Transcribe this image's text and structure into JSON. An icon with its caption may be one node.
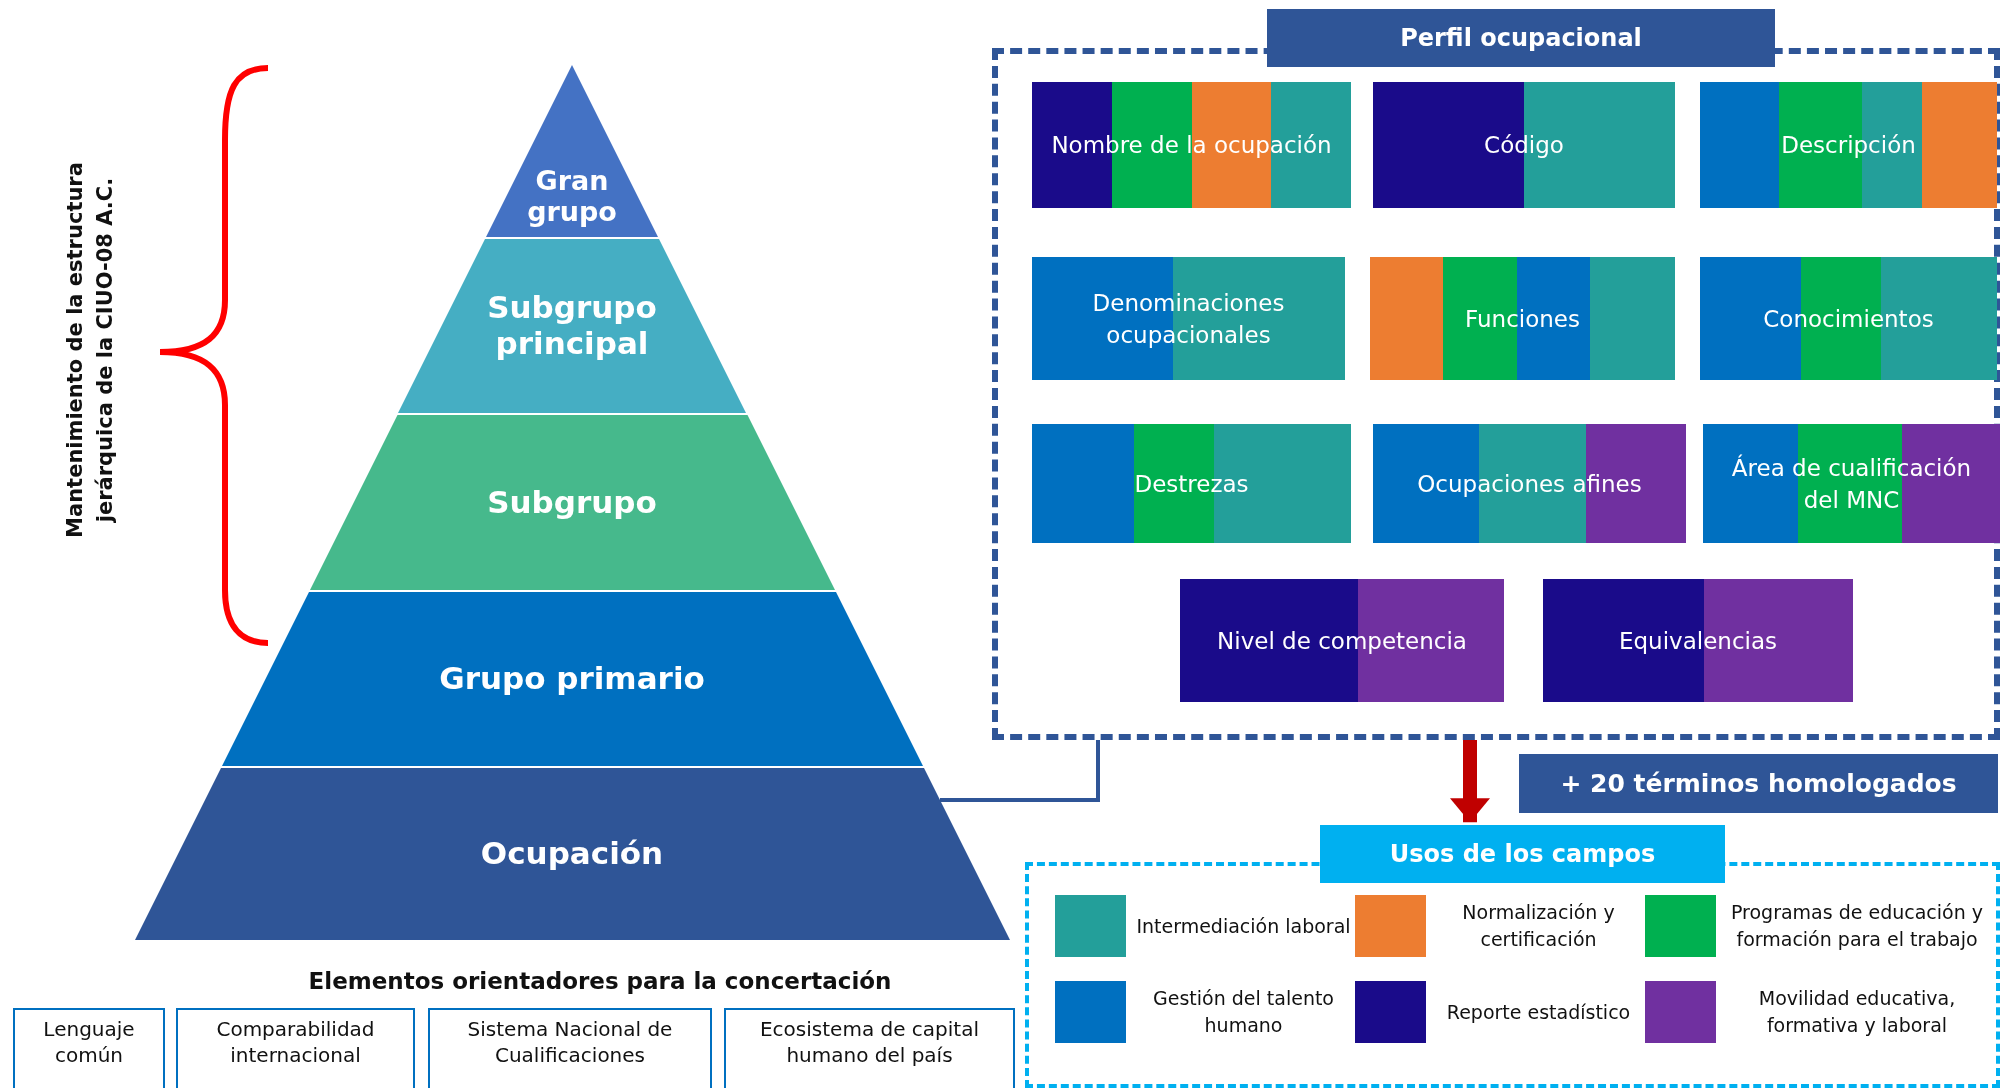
{
  "diagram": {
    "nodes": [
      {
        "text": [
          "Gran grupo"
        ]
      },
      {
        "text": [
          "Subgrupo principal"
        ]
      },
      {
        "text": [
          "Subgrupo"
        ]
      },
      {
        "text": [
          "Grupo primario"
        ]
      },
      {
        "text": [
          "Ocupación"
        ]
      },
      {
        "text": [
          "Perfil ocupacional"
        ]
      },
      {
        "text": [
          "Nombre de la ocupación"
        ],
        "in": 5
      },
      {
        "text": [
          "Código"
        ],
        "in": 5
      },
      {
        "text": [
          "Descripción"
        ],
        "in": 5
      },
      {
        "text": [
          "Denominaciones ocupacionales"
        ],
        "in": 5
      },
      {
        "text": [
          "Funciones"
        ],
        "in": 5
      },
      {
        "text": [
          "Conocimientos"
        ],
        "in": 5
      },
      {
        "text": [
          "Destrezas"
        ],
        "in": 5
      },
      {
        "text": [
          "Ocupaciones afines"
        ],
        "in": 5
      },
      {
        "text": [
          "Área de cualificación del MNC"
        ],
        "in": 5
      },
      {
        "text": [
          "Nivel de competencia"
        ],
        "in": 5
      },
      {
        "text": [
          "Equivalencias"
        ],
        "in": 5
      },
      {
        "text": [
          "+ 20 términos homologados"
        ]
      },
      {
        "text": [
          "Usos de los campos"
        ]
      },
      {
        "text": [
          "Lenguaje común"
        ]
      },
      {
        "text": [
          "Comparabilidad internacional"
        ]
      },
      {
        "text": [
          "Sistema Nacional de Cualificaciones"
        ]
      },
      {
        "text": [
          "Ecosistema de capital humano del país"
        ]
      }
    ],
    "edges": [
      {
        "from": 4,
        "to": 5,
        "arrow": "none"
      },
      {
        "from": 5,
        "to": 18,
        "arrow": "to",
        "style": "thick",
        "color": "#c00000"
      }
    ],
    "labels": [
      "Mantenimiento de la estructura jerárquica de la CIUO-08 A.C.",
      "Elementos orientadores para la concertación"
    ],
    "legend": [
      {
        "text": "Intermediación laboral",
        "color": "#239f9a"
      },
      {
        "text": "Normalización y certificación",
        "color": "#ed7d31"
      },
      {
        "text": "Programas de educación y formación para el trabajo",
        "color": "#00b050"
      },
      {
        "text": "Gestión del talento humano",
        "color": "#0070c0"
      },
      {
        "text": "Reporte estadístico",
        "color": "#1a0b8a"
      },
      {
        "text": "Movilidad educativa, formativa y laboral",
        "color": "#7030a0"
      }
    ]
  }
}
